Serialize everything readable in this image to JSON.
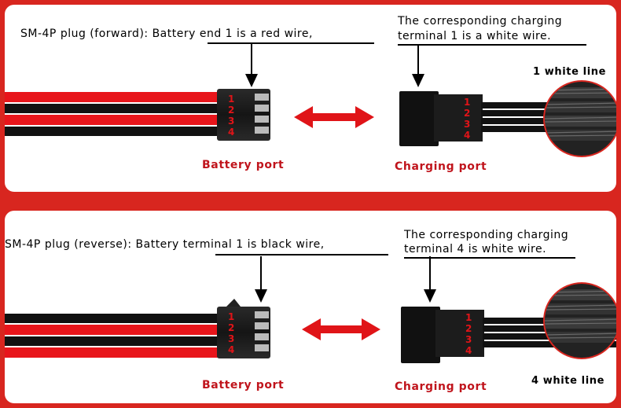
{
  "forward": {
    "caption_left": "SM-4P plug (forward): Battery end 1 is a red wire,",
    "caption_right_line1": "The corresponding charging",
    "caption_right_line2": "terminal 1 is a white wire.",
    "battery_label": "Battery port",
    "charging_label": "Charging port",
    "white_line_label": "1 white line",
    "pin_numbers": [
      "1",
      "2",
      "3",
      "4"
    ]
  },
  "reverse": {
    "caption_left": "SM-4P plug (reverse): Battery terminal 1 is black wire,",
    "caption_right_line1": "The corresponding charging",
    "caption_right_line2": "terminal 4 is white wire.",
    "battery_label": "Battery port",
    "charging_label": "Charging port",
    "white_line_label": "4 white line",
    "pin_numbers": [
      "1",
      "2",
      "3",
      "4"
    ]
  },
  "colors": {
    "background": "#d8261f",
    "accent_red": "#e01418",
    "port_label": "#c0141c",
    "wire_red": "#e8151b",
    "wire_black": "#111111",
    "connector": "#1a1a1a"
  }
}
